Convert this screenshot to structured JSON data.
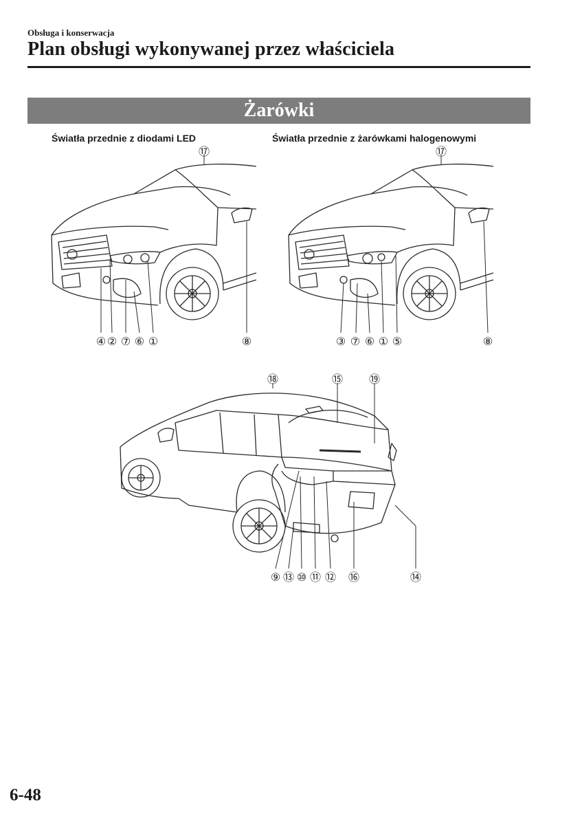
{
  "header": {
    "section": "Obsługa i konserwacja",
    "title": "Plan obsługi wykonywanej przez właściciela"
  },
  "banner": {
    "title": "Żarówki"
  },
  "figures": {
    "led": {
      "caption": "Światła przednie z diodami LED",
      "top_callouts": [
        "⑰"
      ],
      "bottom_callouts": [
        "④",
        "②",
        "⑦",
        "⑥",
        "①",
        "⑧"
      ]
    },
    "halogen": {
      "caption": "Światła przednie z żarówkami halogenowymi",
      "top_callouts": [
        "⑰"
      ],
      "bottom_callouts": [
        "③",
        "⑦",
        "⑥",
        "①",
        "⑤",
        "⑧"
      ]
    },
    "rear": {
      "top_callouts": [
        "⑱",
        "⑮",
        "⑲"
      ],
      "bottom_callouts": [
        "⑨",
        "⑬",
        "⑩",
        "⑪",
        "⑫",
        "⑯",
        "⑭"
      ]
    }
  },
  "footer": {
    "page_number": "6-48"
  },
  "colors": {
    "banner_bg": "#7d7d7d",
    "text": "#1a1a1a",
    "line_art": "#2a2a2a"
  }
}
